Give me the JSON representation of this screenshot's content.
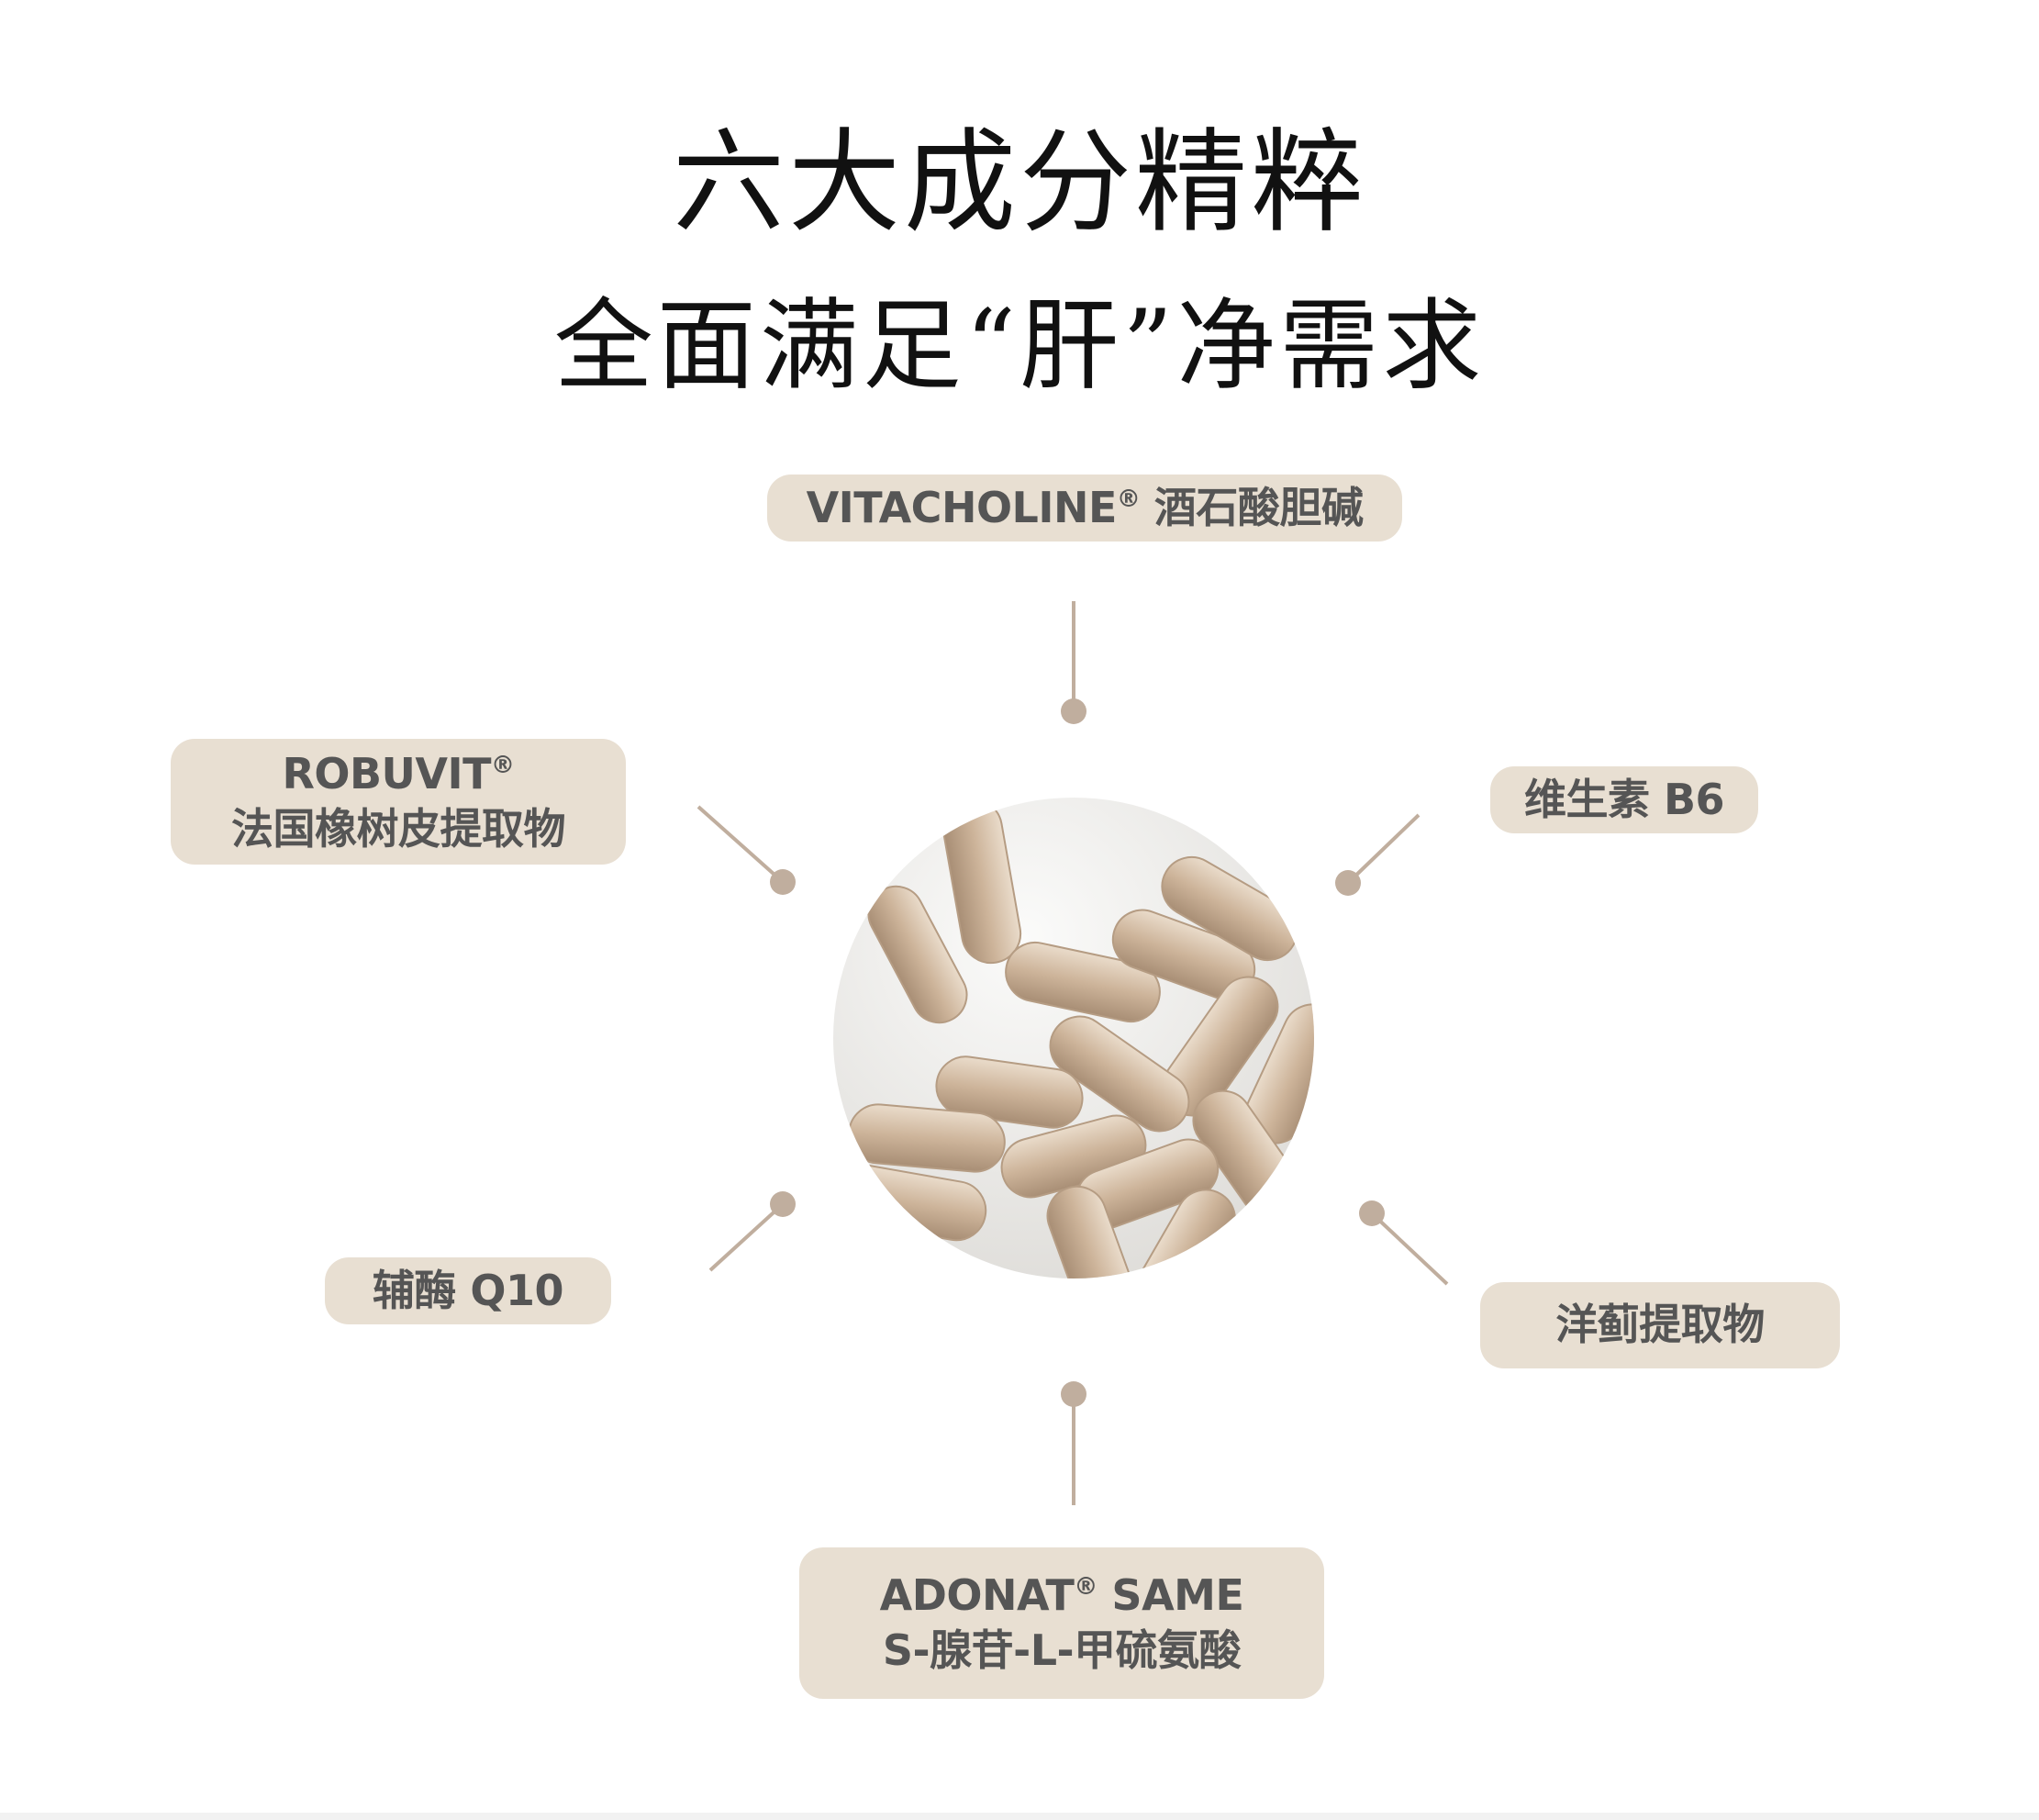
{
  "heading": {
    "line1": "六大成分精粹",
    "line2": "全面满足“肝”净需求"
  },
  "ingredients": [
    {
      "brand": "VITACHOLINE",
      "mark": "®",
      "name": "酒石酸胆碱"
    },
    {
      "brand": "ROBUVIT",
      "mark": "®",
      "name": "法国橡树皮提取物"
    },
    {
      "name": "维生素 B6"
    },
    {
      "name": "辅酶 Q10"
    },
    {
      "name": "洋蓟提取物"
    },
    {
      "brand": "ADONAT",
      "mark": "®",
      "suffix": " SAME",
      "name": "S-腺苷-L-甲硫氨酸"
    }
  ],
  "colors": {
    "pill": "#e8dfd2",
    "text": "#555555",
    "connector": "#c0ae9e"
  }
}
